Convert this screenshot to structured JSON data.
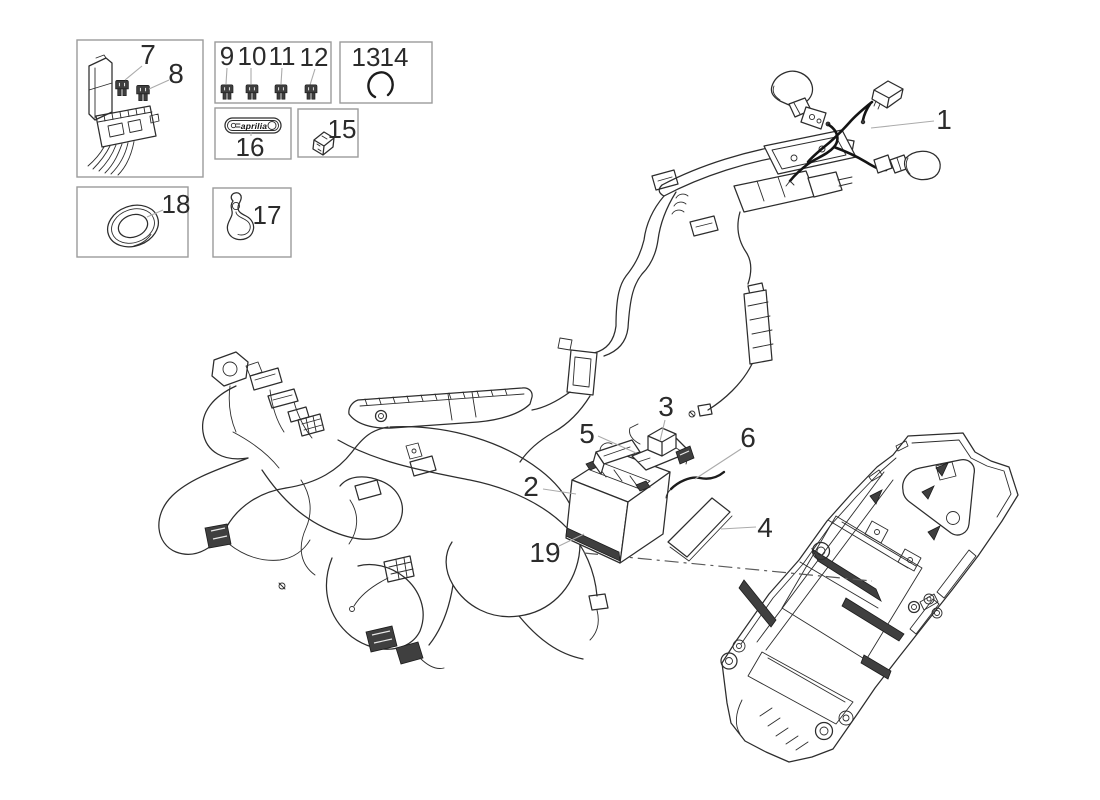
{
  "figure": {
    "type": "exploded-parts-diagram",
    "background": "#ffffff",
    "line_color": "#2d2d2d",
    "box_border_color": "#9b9b9b",
    "leader_color": "#ababab",
    "brand": "aprilia",
    "callouts": {
      "c1": "1",
      "c2": "2",
      "c3": "3",
      "c4": "4",
      "c5": "5",
      "c6": "6",
      "c7": "7",
      "c8": "8",
      "c9": "9",
      "c10": "10",
      "c11": "11",
      "c12": "12",
      "c13": "13",
      "c14": "14",
      "c15": "15",
      "c16": "16",
      "c17": "17",
      "c18": "18",
      "c19": "19"
    }
  }
}
